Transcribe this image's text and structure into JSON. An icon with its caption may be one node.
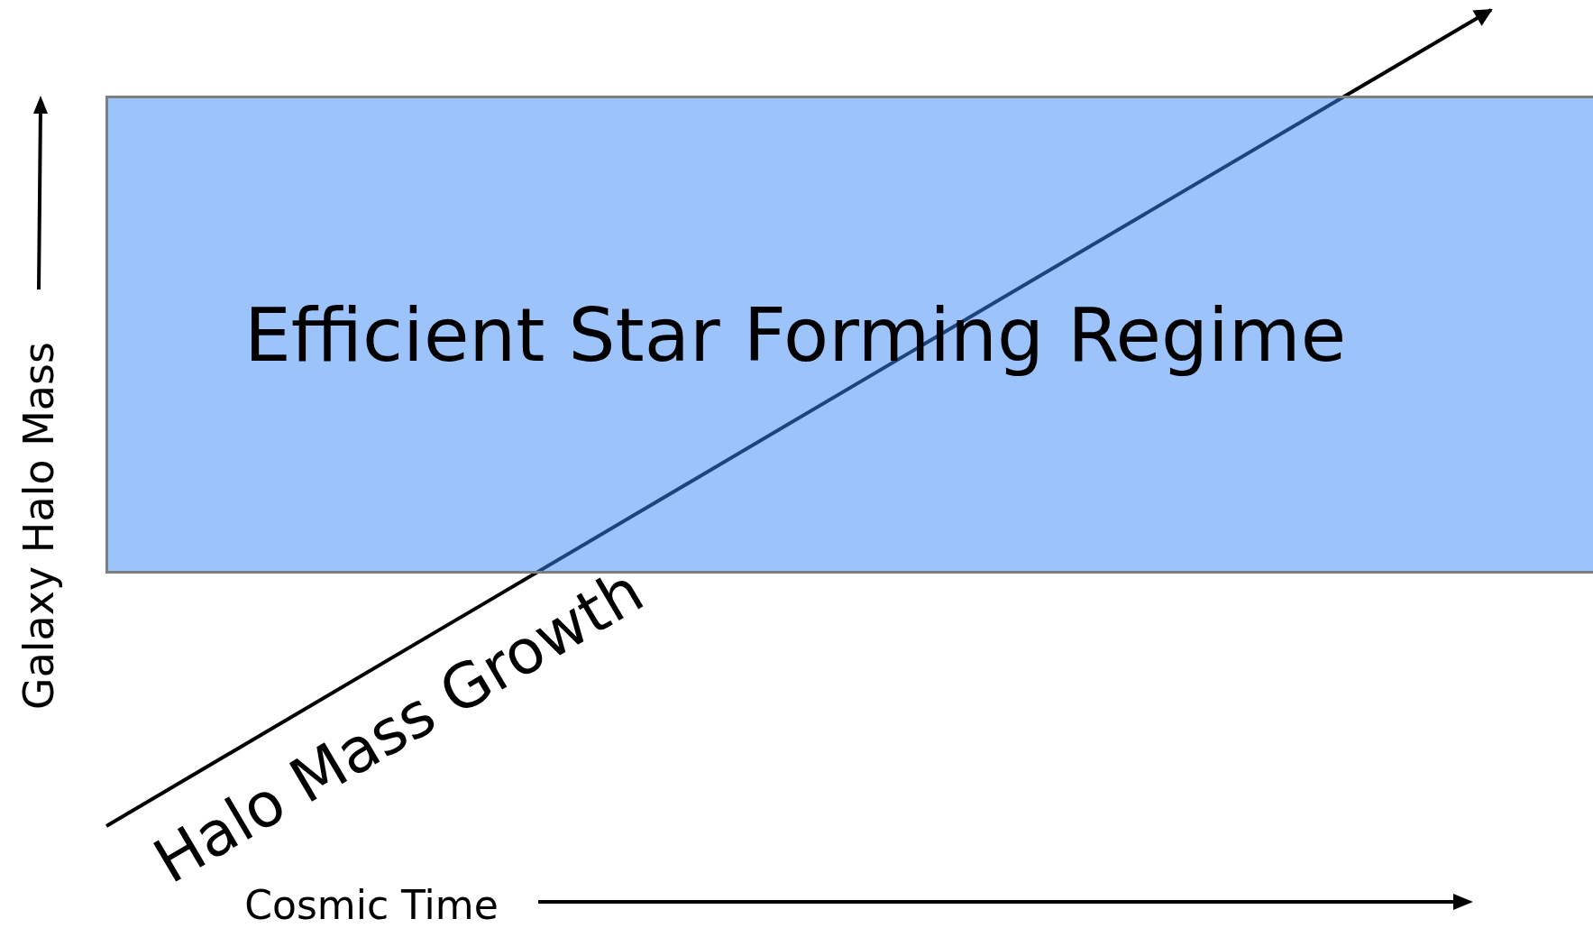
{
  "diagram": {
    "nodes": [
      {
        "text": [
          "Efficient Star Forming Regime"
        ]
      }
    ],
    "labels": [
      "Galaxy Halo Mass",
      "Halo Mass Growth",
      "Cosmic Time"
    ]
  }
}
